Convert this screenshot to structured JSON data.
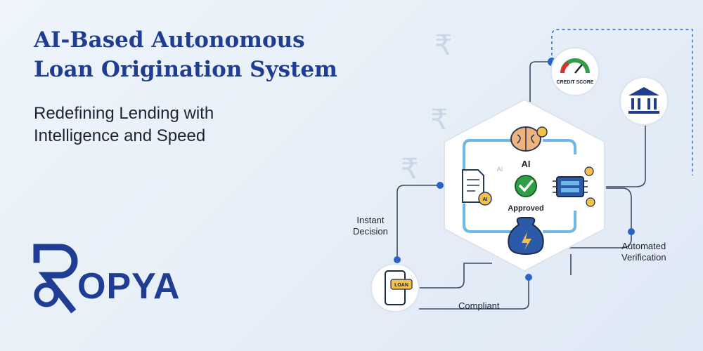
{
  "headline": {
    "line1": "AI-Based Autonomous",
    "line2": "Loan Origination System"
  },
  "subheadline": {
    "line1": "Redefining Lending with",
    "line2": "Intelligence and Speed"
  },
  "brand": {
    "logo_text": "OPYA"
  },
  "diagram": {
    "center_top_label": "AI",
    "center_status_label": "Approved",
    "side_ai_label": "AI",
    "doc_badge": "AI",
    "credit_gauge_label": "CREDIT SCORE",
    "phone_badge": "LOAN",
    "edge_labels": {
      "instant_line1": "Instant",
      "instant_line2": "Decision",
      "automated_line1": "Automated",
      "automated_line2": "Verification",
      "compliant": "Compliant"
    }
  },
  "background_symbol": "₹",
  "colors": {
    "brand": "#1f3d93",
    "accent": "#2a63c8",
    "line": "#3c4a63",
    "check": "#2f9e44"
  }
}
